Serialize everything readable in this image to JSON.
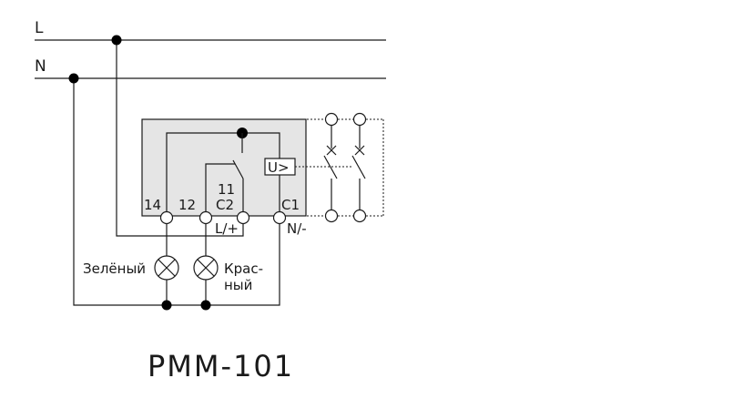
{
  "lines": {
    "phase": "L",
    "neutral": "N"
  },
  "terminals": {
    "t14": "14",
    "t12": "12",
    "t11": "11",
    "c2": "C2",
    "c1": "C1"
  },
  "supply": {
    "plus": "L/+",
    "minus": "N/-"
  },
  "control_symbol": "U>",
  "lamps": {
    "green": "Зелёный",
    "red_line1": "Крас-",
    "red_line2": "ный"
  },
  "model": "PMM-101",
  "colors": {
    "relay_body": "#e5e5e5",
    "stroke": "#1a1a1a"
  }
}
